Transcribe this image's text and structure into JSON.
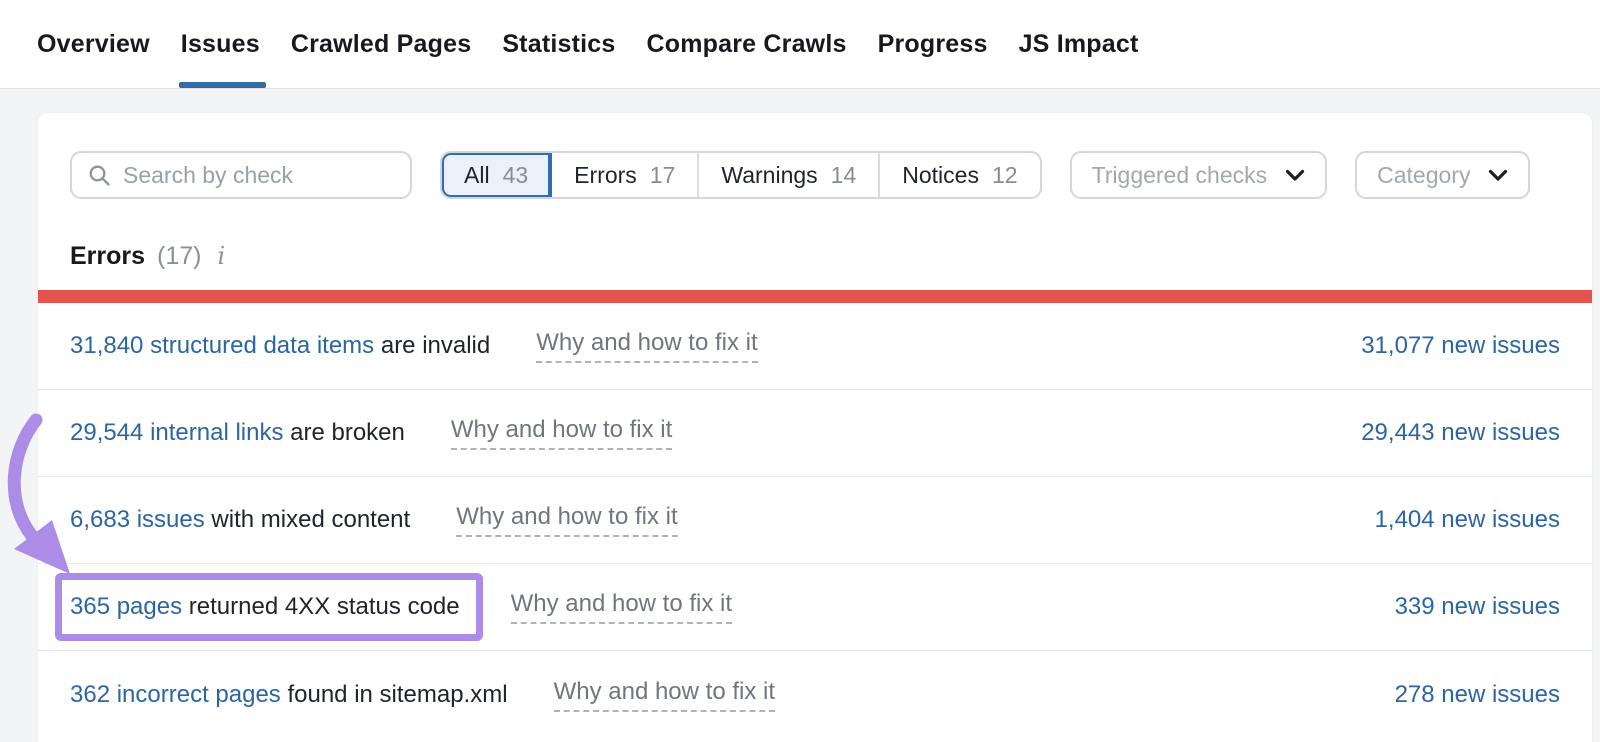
{
  "nav": {
    "tabs": [
      {
        "label": "Overview",
        "active": false
      },
      {
        "label": "Issues",
        "active": true
      },
      {
        "label": "Crawled Pages",
        "active": false
      },
      {
        "label": "Statistics",
        "active": false
      },
      {
        "label": "Compare Crawls",
        "active": false
      },
      {
        "label": "Progress",
        "active": false
      },
      {
        "label": "JS Impact",
        "active": false
      }
    ]
  },
  "filters": {
    "search_placeholder": "Search by check",
    "segments": [
      {
        "label": "All",
        "count": "43",
        "selected": true
      },
      {
        "label": "Errors",
        "count": "17",
        "selected": false
      },
      {
        "label": "Warnings",
        "count": "14",
        "selected": false
      },
      {
        "label": "Notices",
        "count": "12",
        "selected": false
      }
    ],
    "dropdowns": [
      {
        "label": "Triggered checks"
      },
      {
        "label": "Category"
      }
    ]
  },
  "section": {
    "title": "Errors",
    "count": "(17)",
    "info_icon": "i"
  },
  "rows": [
    {
      "link": "31,840 structured data items",
      "rest": " are invalid",
      "why": "Why and how to fix it",
      "new_issues": "31,077 new issues",
      "highlighted": false
    },
    {
      "link": "29,544 internal links",
      "rest": " are broken",
      "why": "Why and how to fix it",
      "new_issues": "29,443 new issues",
      "highlighted": false
    },
    {
      "link": "6,683 issues",
      "rest": " with mixed content",
      "why": "Why and how to fix it",
      "new_issues": "1,404 new issues",
      "highlighted": false
    },
    {
      "link": "365 pages",
      "rest": " returned 4XX status code",
      "why": "Why and how to fix it",
      "new_issues": "339 new issues",
      "highlighted": true
    },
    {
      "link": "362 incorrect pages",
      "rest": " found in sitemap.xml",
      "why": "Why and how to fix it",
      "new_issues": "278 new issues",
      "highlighted": false
    }
  ],
  "colors": {
    "link_blue": "#2b66a3",
    "tab_underline_blue": "#356ba5",
    "error_red": "#e4544f",
    "annotation_purple": "#ab8ce6",
    "selected_filter_bg": "#e9f2fb",
    "selected_filter_border": "#2f6db5"
  }
}
